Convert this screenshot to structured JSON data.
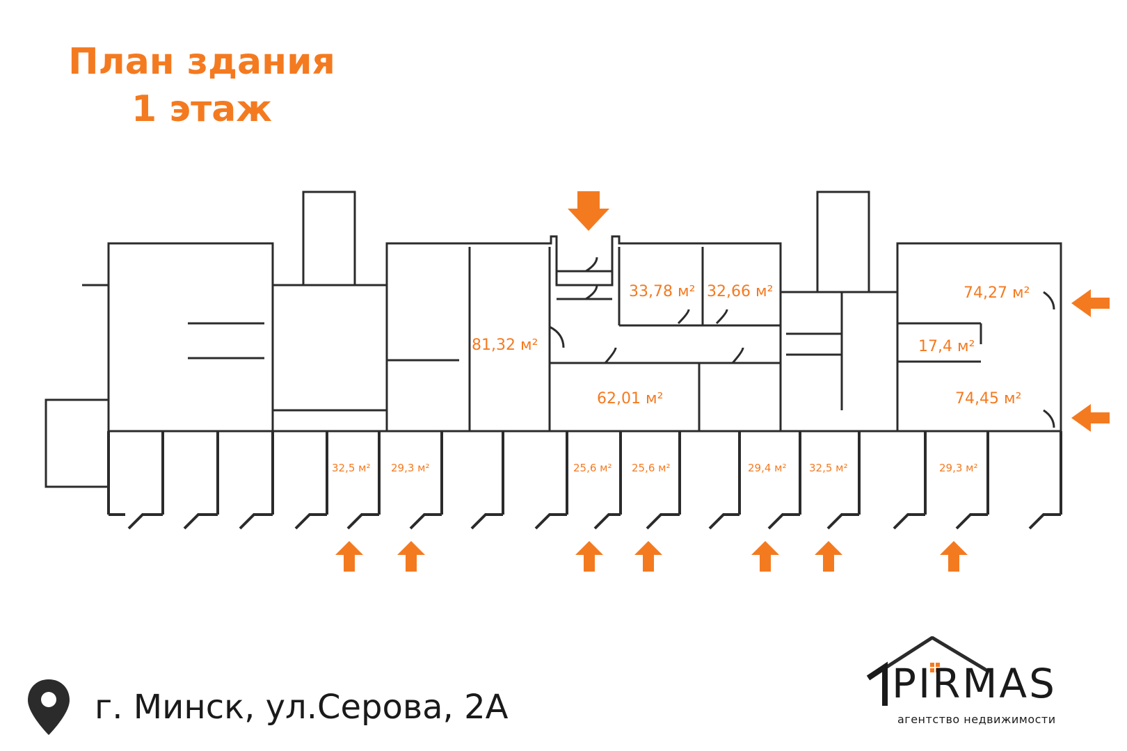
{
  "title": {
    "line1": "План здания",
    "line2": "1 этаж"
  },
  "address": "г. Минск, ул.Серова, 2А",
  "logo": {
    "letter": "I",
    "word": "PIRMAS",
    "tagline": "агентство недвижимости"
  },
  "colors": {
    "accent": "#f47a20",
    "wall": "#2b2b2b",
    "text": "#1a1a1a"
  },
  "icons": [
    "location-pin-icon",
    "arrow-down-icon",
    "arrow-up-icon",
    "arrow-left-icon",
    "house-roof-icon"
  ],
  "areas": {
    "a1": "33,78 м²",
    "a2": "32,66 м²",
    "a3": "74,27 м²",
    "a4": "81,32 м²",
    "a5": "17,4 м²",
    "a6": "62,01 м²",
    "a7": "74,45 м²",
    "s1": "32,5 м²",
    "s2": "29,3 м²",
    "s3": "25,6 м²",
    "s4": "25,6 м²",
    "s5": "29,4 м²",
    "s6": "32,5 м²",
    "s7": "29,3 м²"
  }
}
